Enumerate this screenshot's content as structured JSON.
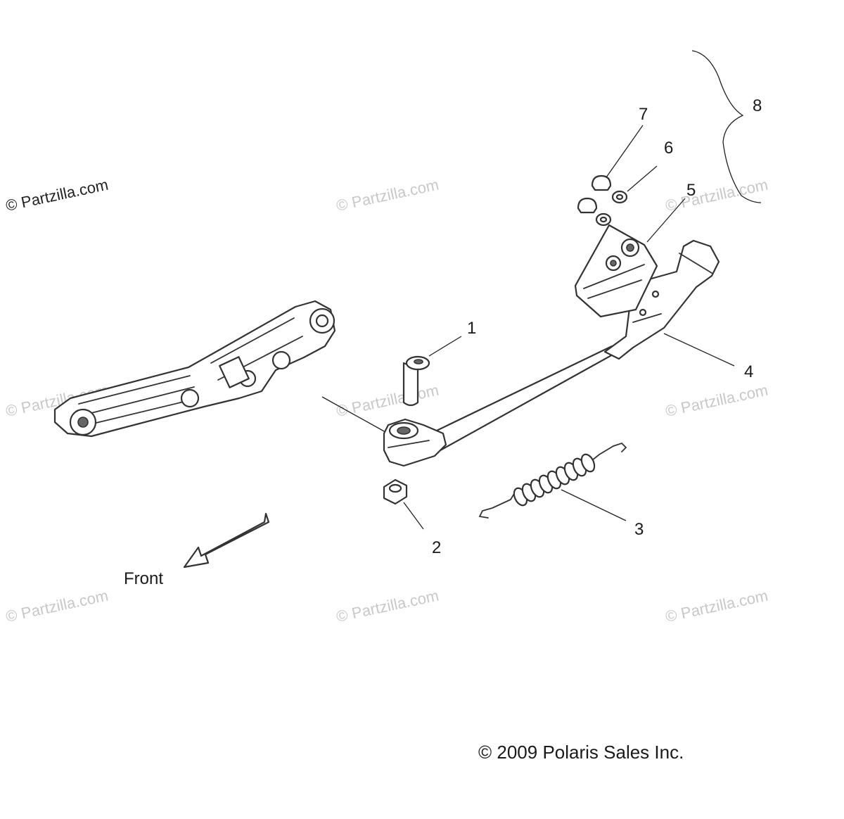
{
  "watermark_text": "© Partzilla.com",
  "callouts": {
    "c1": "1",
    "c2": "2",
    "c3": "3",
    "c4": "4",
    "c5": "5",
    "c6": "6",
    "c7": "7",
    "c8": "8"
  },
  "direction_label": "Front",
  "copyright": "© 2009 Polaris Sales Inc."
}
